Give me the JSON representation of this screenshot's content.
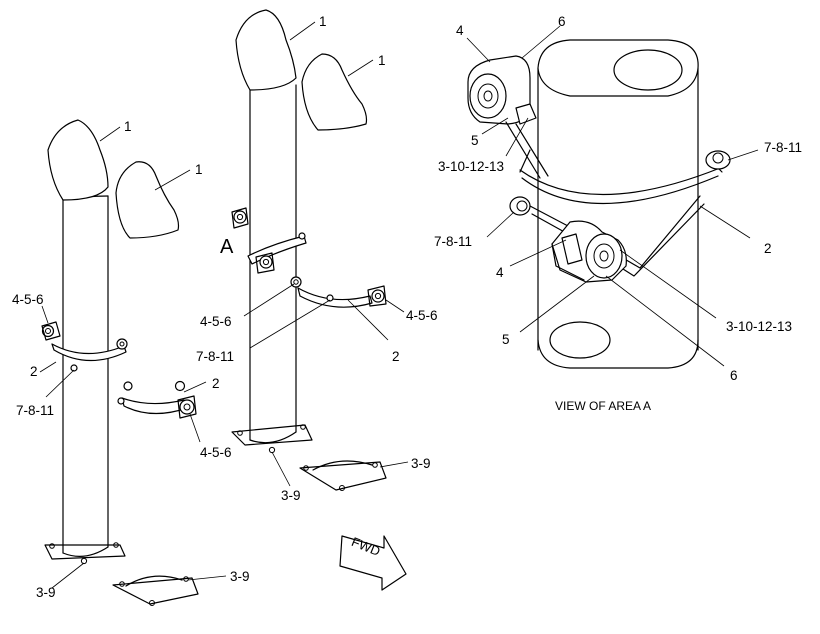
{
  "labels": {
    "p1": "1",
    "p4_5_6": "4-5-6",
    "p2": "2",
    "p7_8_11": "7-8-11",
    "p3_9": "3-9",
    "area_a": "A",
    "p4": "4",
    "p5": "5",
    "p6": "6",
    "p3_10_12_13": "3-10-12-13"
  },
  "caption": "VIEW OF AREA A",
  "fwd": "FWD"
}
